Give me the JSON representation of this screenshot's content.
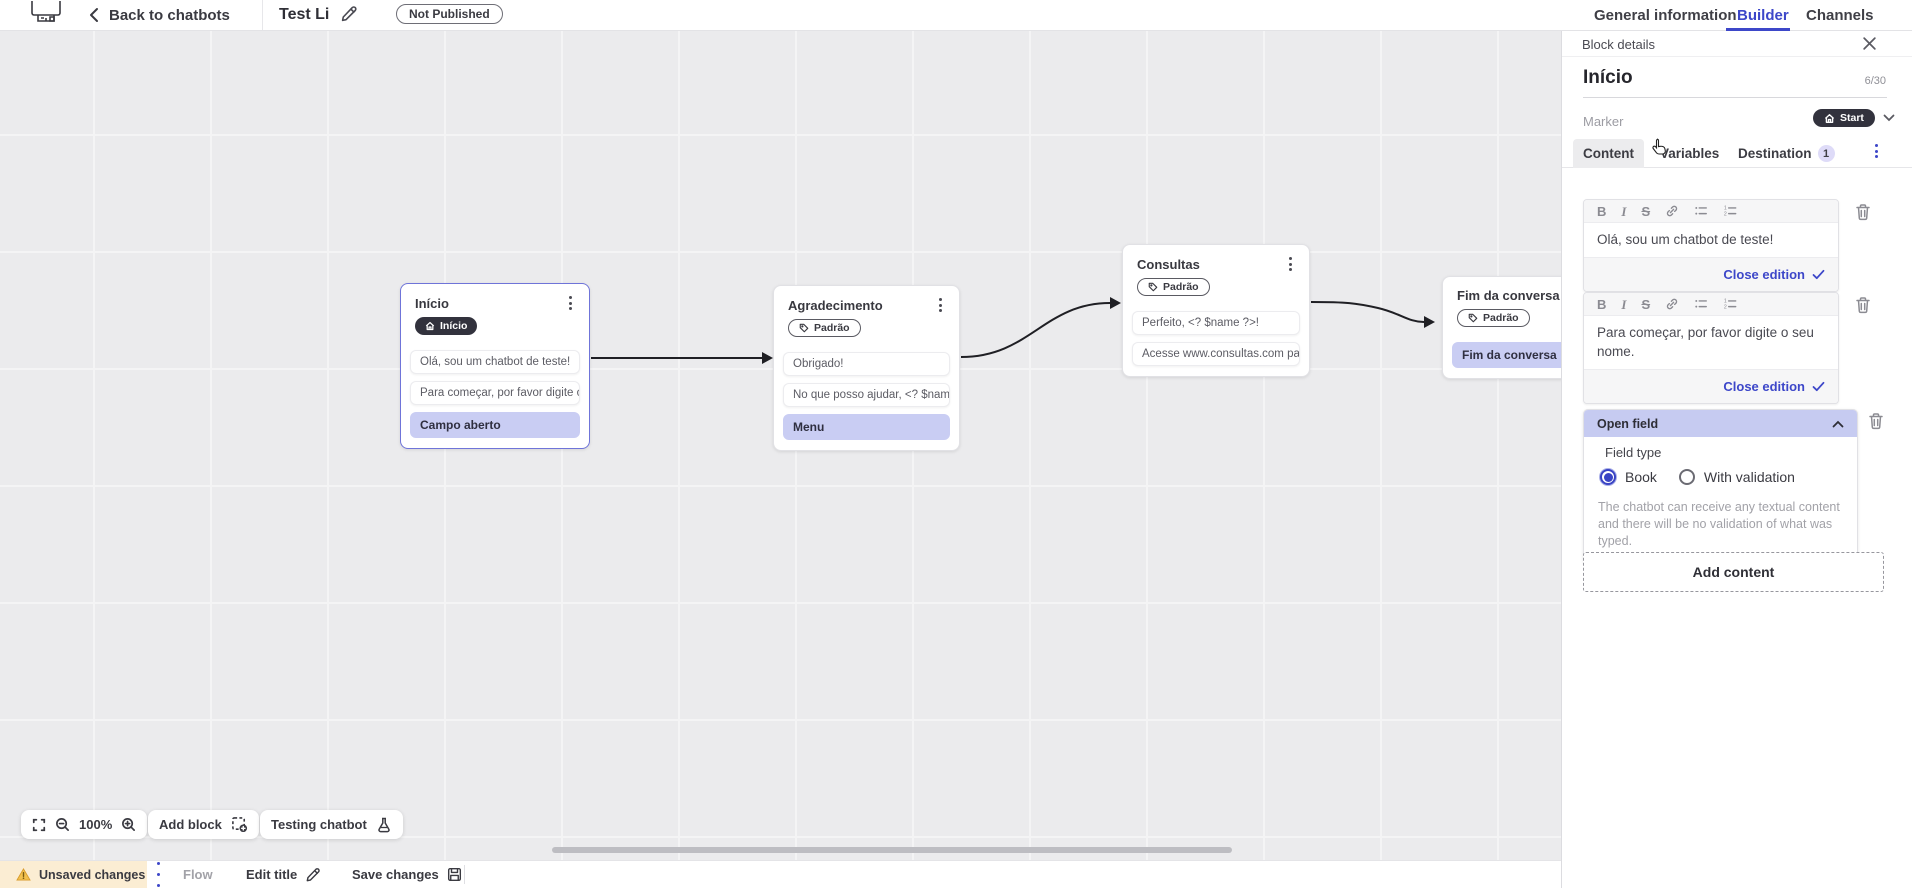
{
  "topbar": {
    "back_label": "Back to chatbots",
    "title": "Test Li",
    "status": "Not Published",
    "tabs": [
      {
        "label": "General information"
      },
      {
        "label": "Builder"
      },
      {
        "label": "Channels"
      }
    ]
  },
  "canvas": {
    "blocks": [
      {
        "title": "Início",
        "badge": {
          "label": "Início",
          "type": "start"
        },
        "rows": [
          {
            "text": "Olá, sou um chatbot de teste!",
            "type": "message"
          },
          {
            "text": "Para começar, por favor digite o ...",
            "type": "message"
          },
          {
            "text": "Campo aberto",
            "type": "action"
          }
        ]
      },
      {
        "title": "Agradecimento",
        "badge": {
          "label": "Padrão",
          "type": "default"
        },
        "rows": [
          {
            "text": "Obrigado!",
            "type": "message"
          },
          {
            "text": "No que posso ajudar, <? $name ...",
            "type": "message"
          },
          {
            "text": "Menu",
            "type": "action"
          }
        ]
      },
      {
        "title": "Consultas",
        "badge": {
          "label": "Padrão",
          "type": "default"
        },
        "rows": [
          {
            "text": "Perfeito, <? $name ?>!",
            "type": "message"
          },
          {
            "text": "Acesse www.consultas.com par...",
            "type": "message"
          }
        ]
      },
      {
        "title": "Fim da conversa",
        "badge": {
          "label": "Padrão",
          "type": "default"
        },
        "rows": [
          {
            "text": "Fim da conversa",
            "type": "action"
          }
        ]
      }
    ],
    "controls": {
      "zoom_value": "100%",
      "add_block": "Add block",
      "testing": "Testing chatbot"
    }
  },
  "panel": {
    "header": "Block details",
    "block_name": "Início",
    "name_counter": "6/30",
    "marker_label": "Marker",
    "marker_value": "Start",
    "tabs": {
      "content": "Content",
      "variables": "Variables",
      "destination": "Destination",
      "destination_count": "1"
    },
    "editors": [
      {
        "text": "Olá, sou um chatbot de teste!",
        "close_label": "Close edition"
      },
      {
        "text": "Para começar, por favor digite o seu nome.",
        "close_label": "Close edition"
      }
    ],
    "open_field": {
      "title": "Open field",
      "field_type_label": "Field type",
      "options": [
        {
          "label": "Book",
          "selected": true
        },
        {
          "label": "With validation",
          "selected": false
        }
      ],
      "helper": "The chatbot can receive any textual content and there will be no validation of what was typed."
    },
    "add_content_label": "Add content"
  },
  "bottombar": {
    "unsaved": "Unsaved changes",
    "flow": "Flow",
    "edit_title": "Edit title",
    "save": "Save changes"
  },
  "colors": {
    "accent_blue": "#3d47c9",
    "selected_block_border": "#6f74d9",
    "action_row_bg": "#c9cdf3",
    "open_field_header_bg": "#c6cbf1",
    "dark_pill_bg": "#32323d",
    "unsaved_strip_bg": "#fbedd3",
    "canvas_bg": "#ebebed"
  }
}
